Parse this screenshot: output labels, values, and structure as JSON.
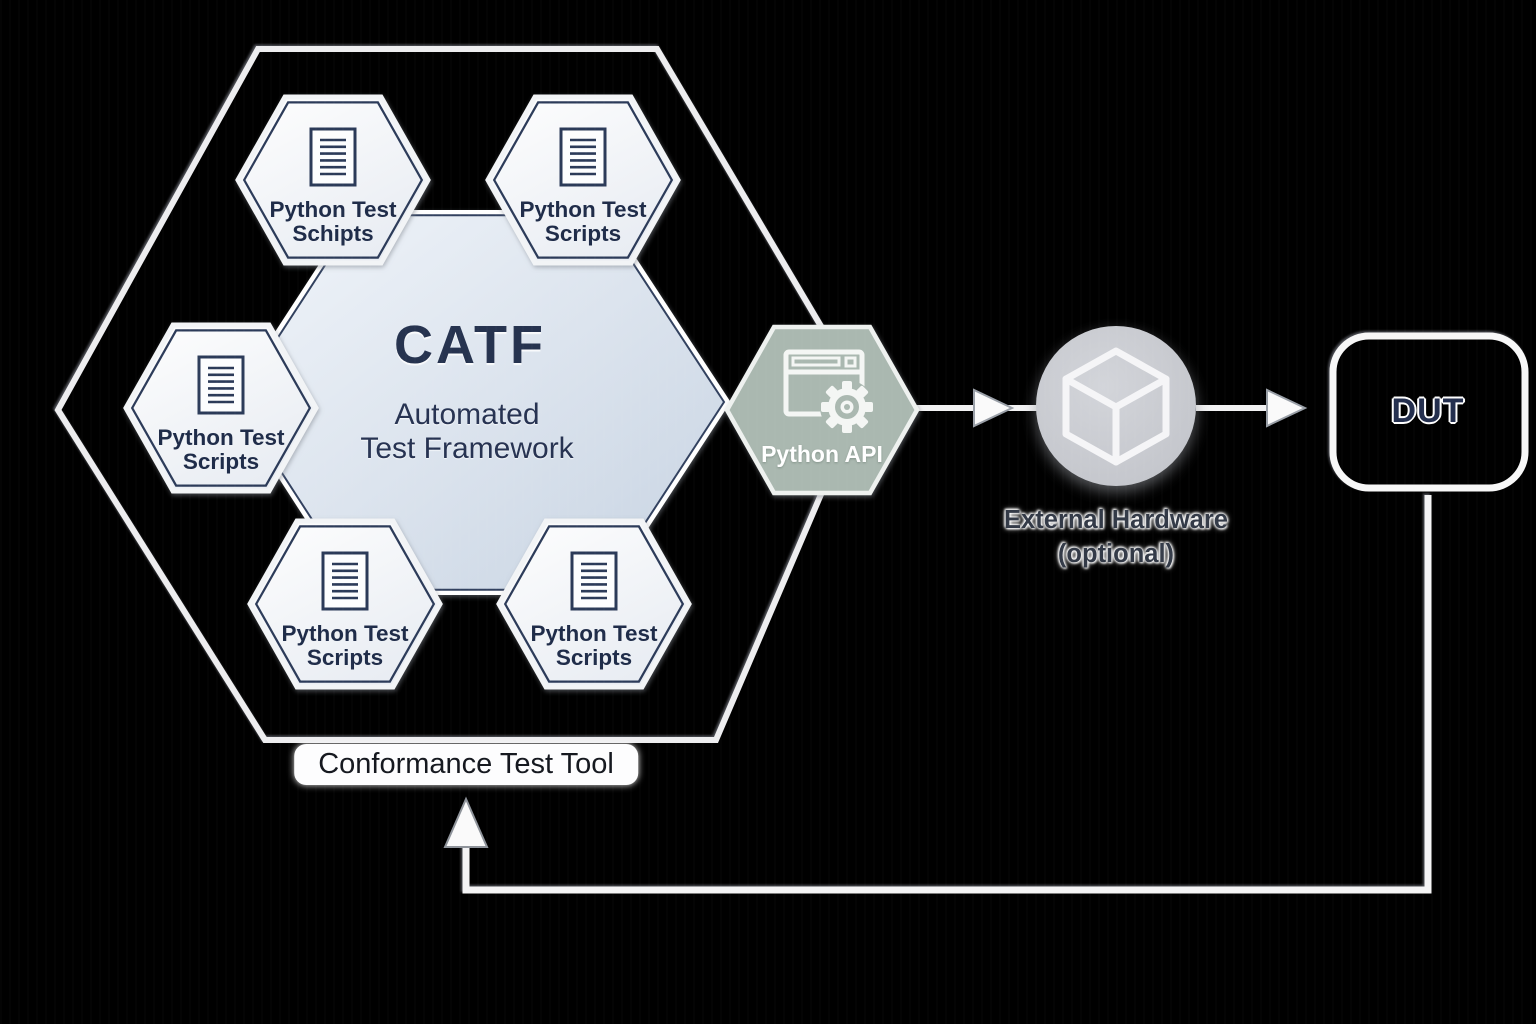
{
  "title": "CATF Conformance Test Tool Diagram",
  "colors": {
    "background": "#000000",
    "outline_white": "#ededef",
    "navy_border": "#2c3b59",
    "text_navy": "#26334f",
    "catf_fill_light": "#f1f5fa",
    "catf_fill_dark": "#c7d3e2",
    "script_hex_light": "#fefefe",
    "script_hex_dark": "#e9edf3",
    "python_api_green": "#aab8b0",
    "hardware_circle_grey": "#c9cbd0",
    "dut_fill": "#000000"
  },
  "catf": {
    "title": "CATF",
    "subtitle": "Automated\nTest Framework"
  },
  "script_hexagons": [
    {
      "position": "top-left",
      "label": "Python Test\nSchipts"
    },
    {
      "position": "top-right",
      "label": "Python Test\nScripts"
    },
    {
      "position": "left",
      "label": "Python Test\nScripts"
    },
    {
      "position": "bottom-left",
      "label": "Python Test\nScripts"
    },
    {
      "position": "bottom-right",
      "label": "Python Test\nScripts"
    }
  ],
  "python_api": {
    "label": "Python API"
  },
  "external_hardware": {
    "label": "External Hardware",
    "sublabel": "(optional)"
  },
  "dut": {
    "label": "DUT"
  },
  "boundary": {
    "label": "Conformance Test Tool"
  }
}
